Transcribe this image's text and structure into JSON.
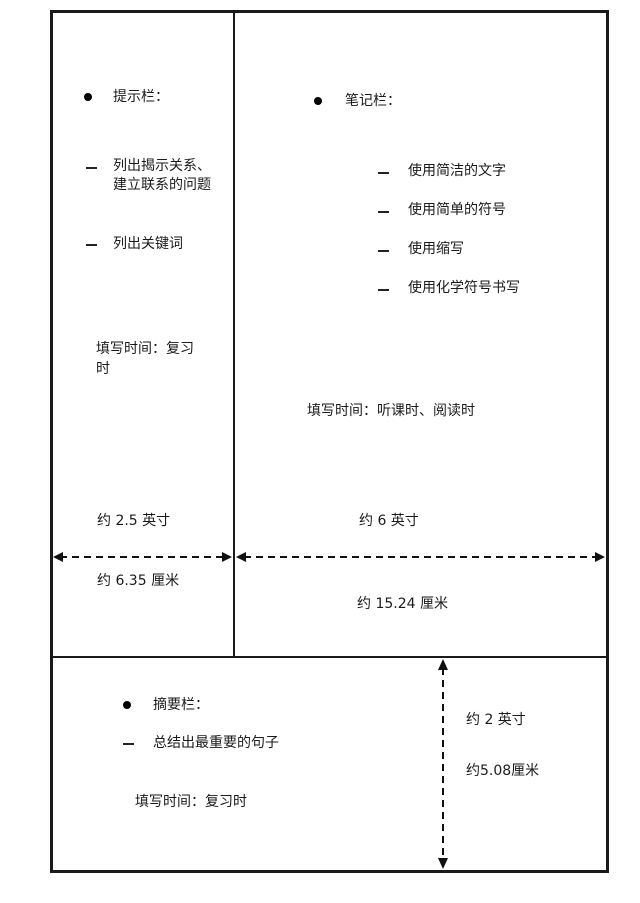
{
  "diagram": {
    "title": "",
    "colors": {
      "line": "#1a1a1a",
      "background": "#ffffff",
      "text": "#1a1a1a"
    },
    "cue_column": {
      "heading": "提示栏：",
      "items": [
        "列出揭示关系、建立联系的问题",
        "列出关键词"
      ],
      "fill_time": "填写时间：复习时",
      "width_inch": "约 2.5 英寸",
      "width_cm": "约 6.35 厘米"
    },
    "notes_column": {
      "heading": "笔记栏：",
      "items": [
        "使用简洁的文字",
        "使用简单的符号",
        "使用缩写",
        "使用化学符号书写"
      ],
      "fill_time": "填写时间：听课时、阅读时",
      "width_inch": "约 6 英寸",
      "width_cm": "约 15.24 厘米"
    },
    "summary_row": {
      "heading": "摘要栏：",
      "items": [
        "总结出最重要的句子"
      ],
      "fill_time": "填写时间：复习时",
      "height_inch": "约 2 英寸",
      "height_cm": "约5.08厘米"
    },
    "icons": {
      "bullet": "filled-circle",
      "list_marker": "dash",
      "dimension_arrow": "dashed-double-arrow"
    }
  }
}
